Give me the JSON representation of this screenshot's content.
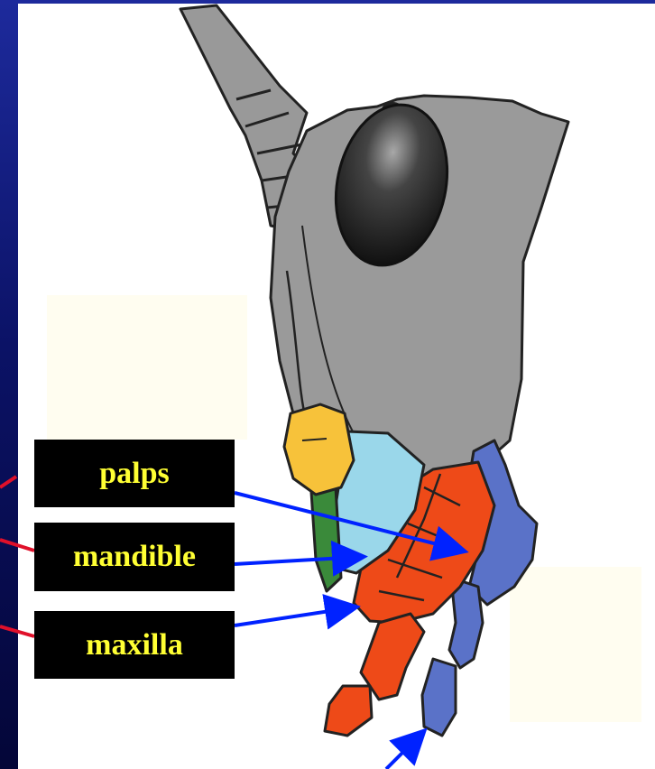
{
  "labels": {
    "palps": "palps",
    "mandible": "mandible",
    "maxilla": "maxilla"
  },
  "colors": {
    "background": "#0b1266",
    "head": "#9a9a9a",
    "eye": "#2a2a2a",
    "labrum": "#f7c23a",
    "mandible": "#9ad7ea",
    "mandible_edge": "#3a8a3a",
    "maxilla": "#ee4a18",
    "palps": "#5a72c8",
    "pointer_arrow": "#0022ff",
    "offpanel_line": "#e0102a",
    "label_text": "#ffff33",
    "label_box": "#000000"
  }
}
